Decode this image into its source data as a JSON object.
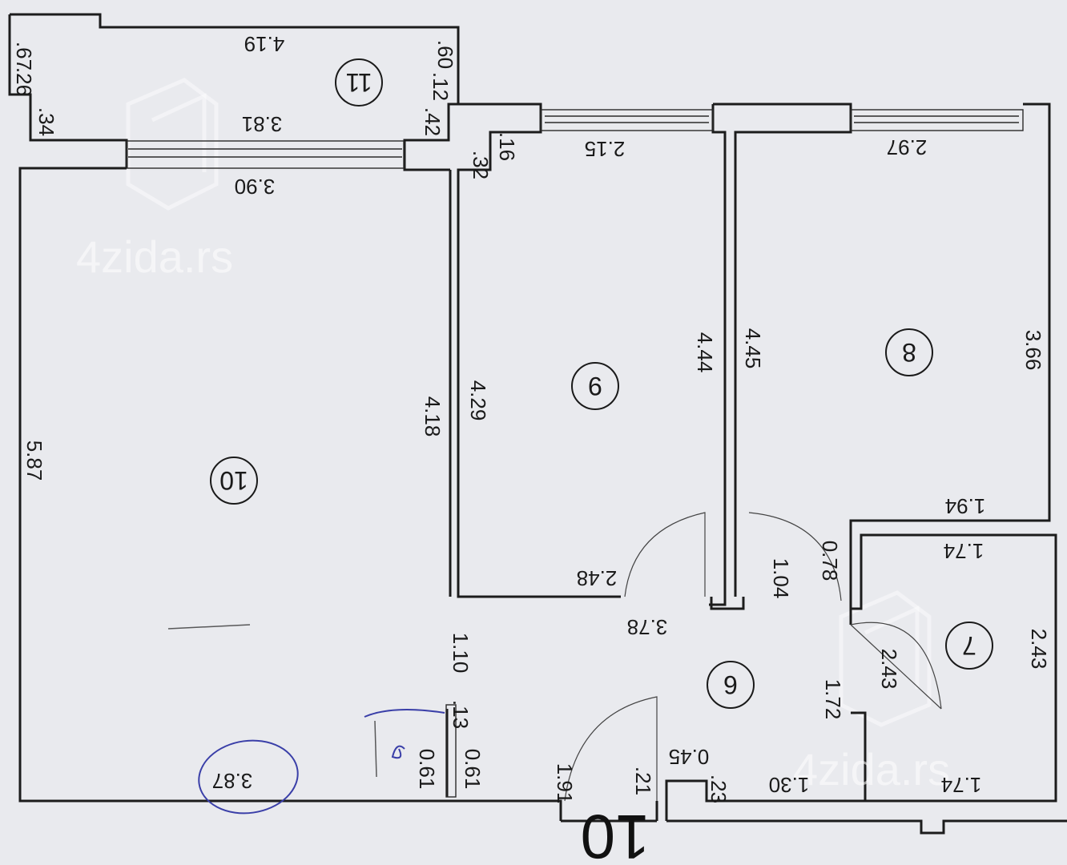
{
  "plan": {
    "number": "10",
    "watermark": "4zida.rs",
    "rooms": [
      "11",
      "10",
      "9",
      "8",
      "7",
      "6"
    ],
    "dimensions": [
      "4.19",
      ".67",
      ".26",
      ".34",
      "3.81",
      ".60",
      ".12",
      ".42",
      "3.90",
      ".16",
      ".32",
      "2.15",
      "2.97",
      "5.87",
      "4.18",
      "4.29",
      "4.44",
      "4.45",
      "3.66",
      "1.94",
      "1.74",
      "0.78",
      "2.48",
      "1.04",
      "3.78",
      "2.43",
      "2.43",
      "1.72",
      "1.10",
      ".13",
      "0.61",
      "0.61",
      "3.87",
      "1.91",
      ".21",
      "0.45",
      ".23",
      "1.30",
      "1.74"
    ]
  }
}
